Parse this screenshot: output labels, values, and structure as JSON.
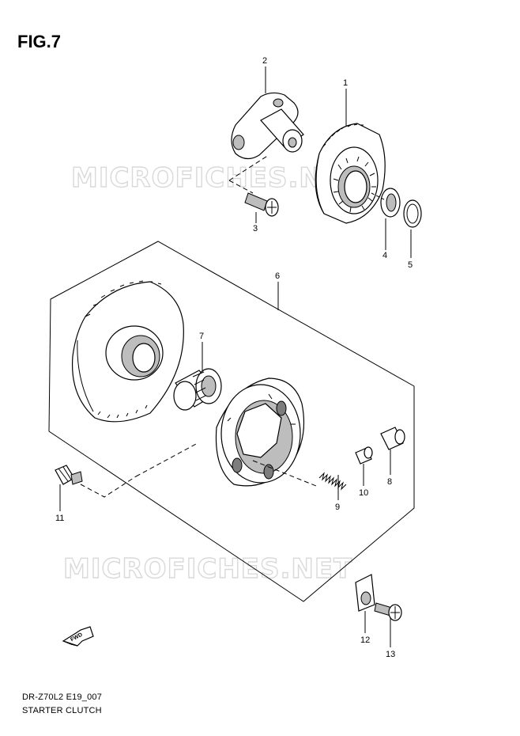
{
  "figure": {
    "title": "FIG.7",
    "code": "DR-Z70L2 E19_007",
    "name": "STARTER CLUTCH",
    "watermark": "MICROFICHES.NET",
    "fwd_label": "FWD"
  },
  "callouts": [
    {
      "id": "c1",
      "label": "1"
    },
    {
      "id": "c2",
      "label": "2"
    },
    {
      "id": "c3",
      "label": "3"
    },
    {
      "id": "c4",
      "label": "4"
    },
    {
      "id": "c5",
      "label": "5"
    },
    {
      "id": "c6",
      "label": "6"
    },
    {
      "id": "c7",
      "label": "7"
    },
    {
      "id": "c8",
      "label": "8"
    },
    {
      "id": "c9",
      "label": "9"
    },
    {
      "id": "c10",
      "label": "10"
    },
    {
      "id": "c11",
      "label": "11"
    },
    {
      "id": "c12",
      "label": "12"
    },
    {
      "id": "c13",
      "label": "13"
    }
  ]
}
